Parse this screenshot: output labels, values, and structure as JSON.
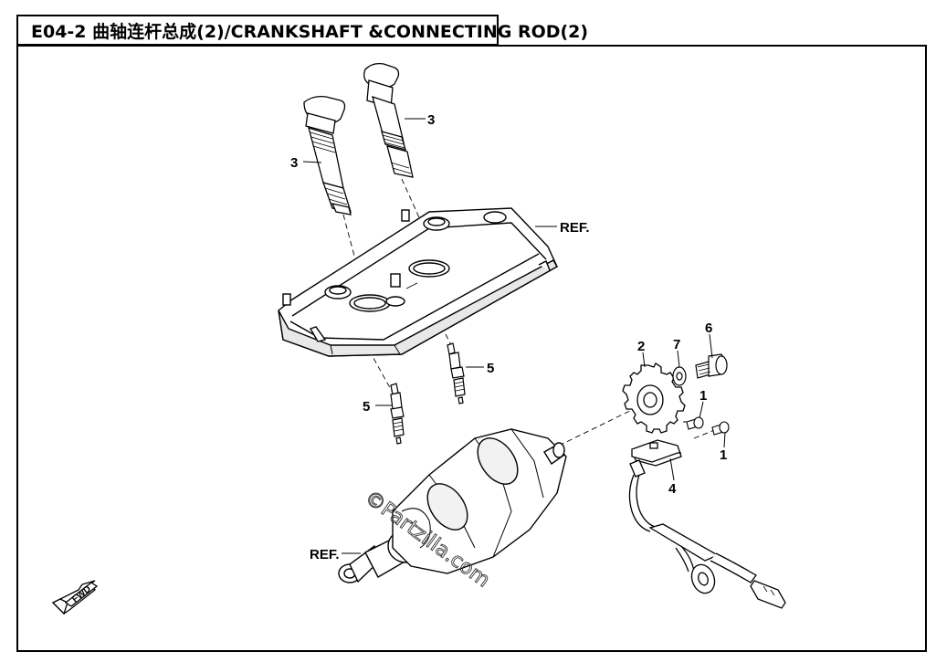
{
  "title": "E04-2  曲轴连杆总成(2)/CRANKSHAFT &CONNECTING ROD(2)",
  "callouts": {
    "c3a": "3",
    "c3b": "3",
    "cref1": "REF.",
    "c5a": "5",
    "c5b": "5",
    "c2": "2",
    "c7": "7",
    "c6": "6",
    "c1a": "1",
    "c1b": "1",
    "c4": "4",
    "cref2": "REF."
  },
  "watermark": "©Partzilla.com",
  "fwd_label": "FWD"
}
